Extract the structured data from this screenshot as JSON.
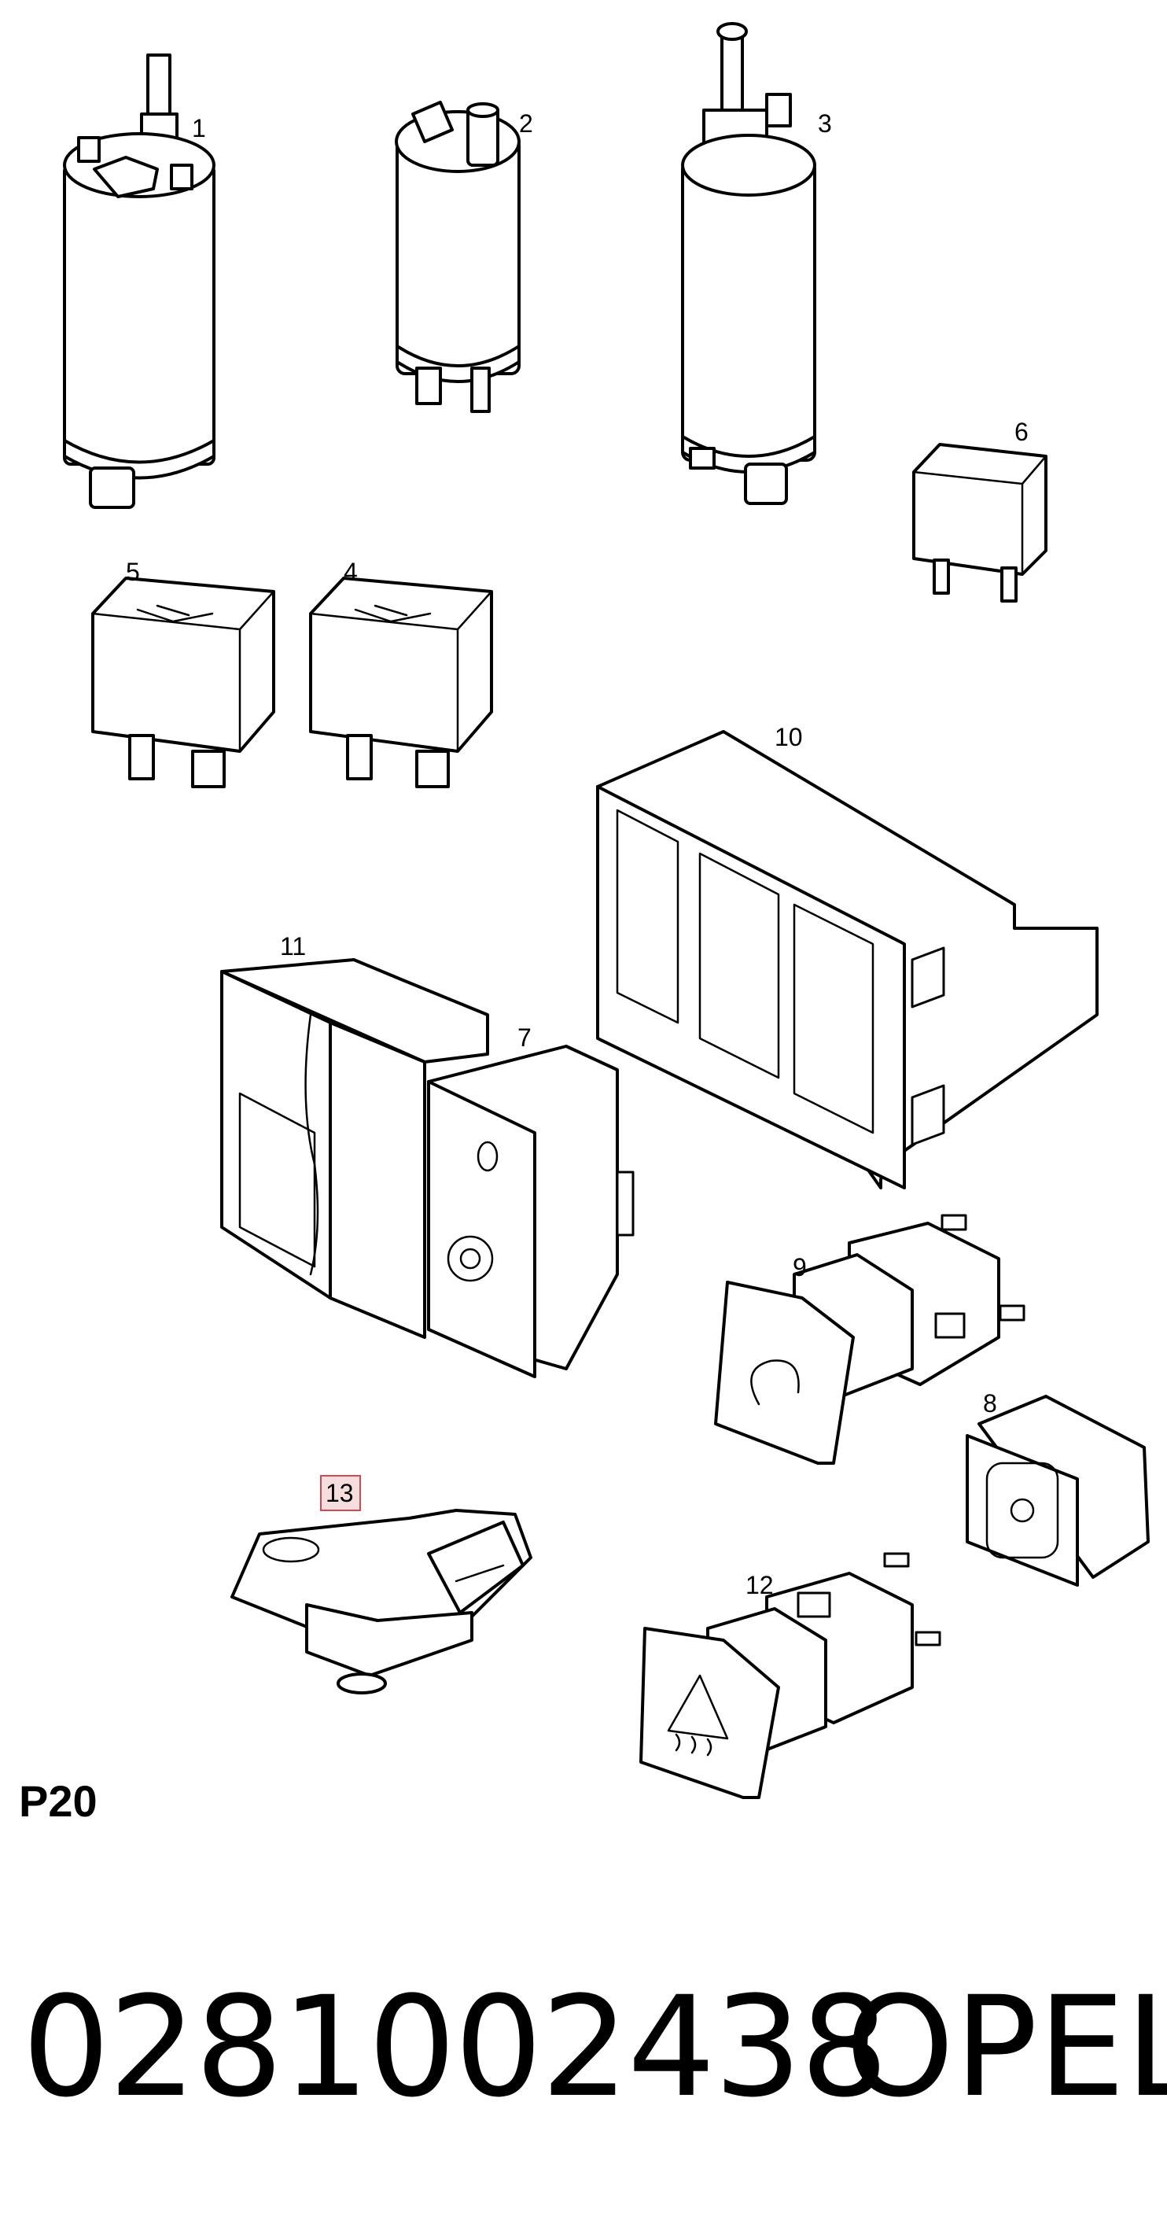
{
  "diagram": {
    "callouts": {
      "c1": "1",
      "c2": "2",
      "c3": "3",
      "c4": "4",
      "c5": "5",
      "c6": "6",
      "c7": "7",
      "c8": "8",
      "c9": "9",
      "c10": "10",
      "c11": "11",
      "c12": "12",
      "c13": "13"
    },
    "highlighted_callout": "13",
    "highlight_color": "#d04a55"
  },
  "page_label": "P20",
  "part_number": "0281002438",
  "make": "OPEL"
}
